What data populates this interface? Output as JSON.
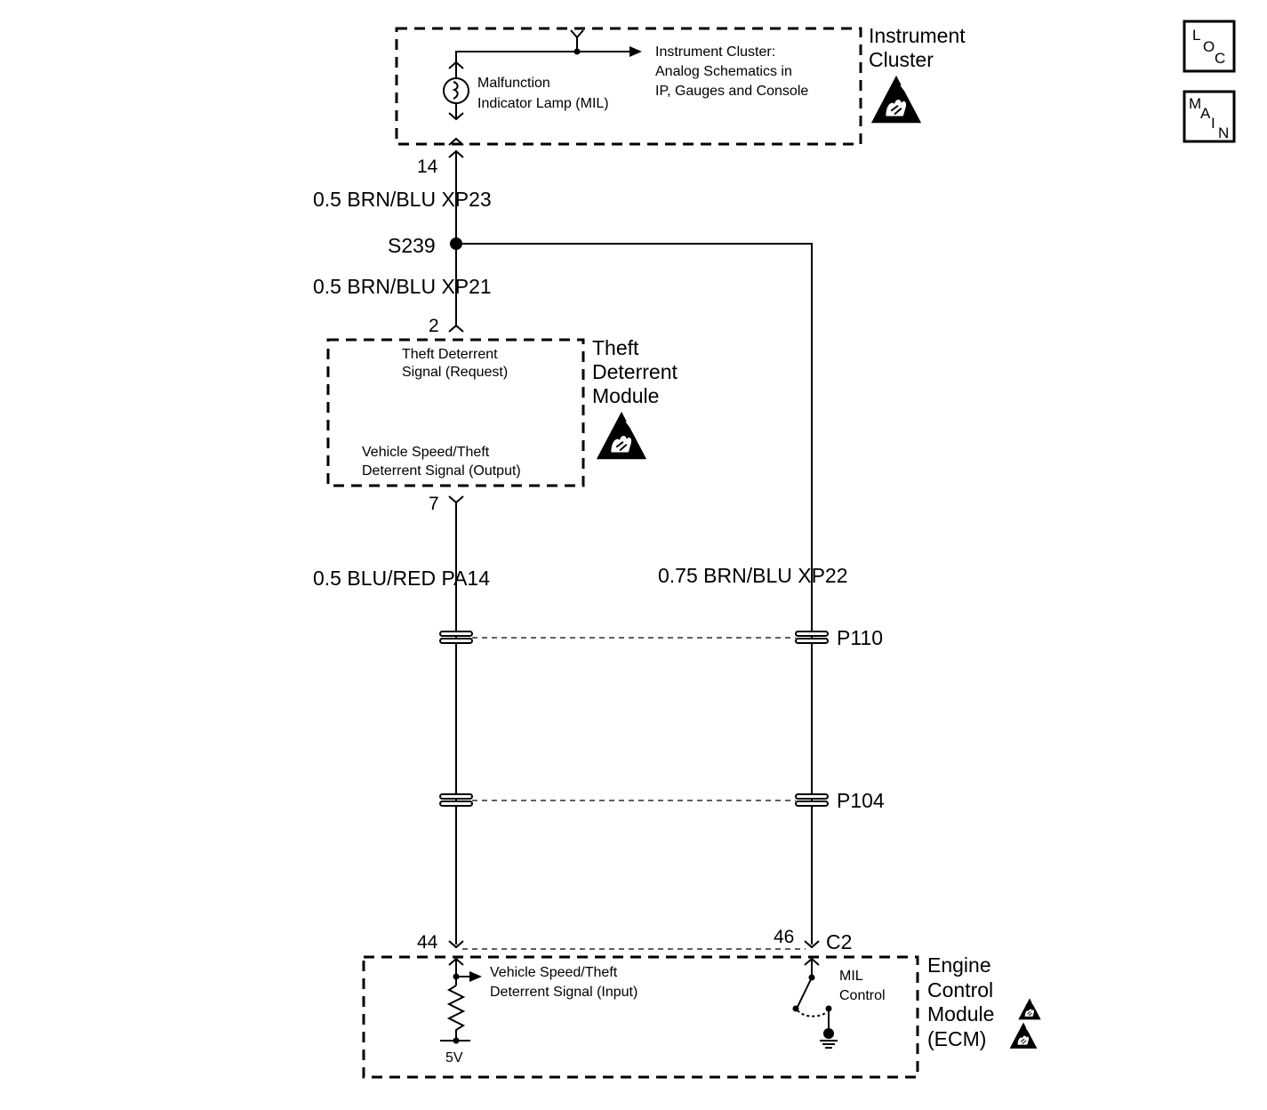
{
  "nav": {
    "loc": [
      "L",
      "O",
      "C"
    ],
    "main": [
      "M",
      "A",
      "I",
      "N"
    ]
  },
  "instrument_cluster": {
    "title_line1": "Instrument",
    "title_line2": "Cluster",
    "lamp_line1": "Malfunction",
    "lamp_line2": "Indicator  Lamp (MIL)",
    "ref_line1": "Instrument Cluster:",
    "ref_line2": "Analog Schematics in",
    "ref_line3": "IP, Gauges and Console"
  },
  "theft_module": {
    "title_line1": "Theft",
    "title_line2": "Deterrent",
    "title_line3": "Module",
    "request_line1": "Theft  Deterrent",
    "request_line2": "Signal (Request)",
    "output_line1": "Vehicle Speed/Theft",
    "output_line2": "Deterrent Signal (Output)"
  },
  "ecm": {
    "title_line1": "Engine",
    "title_line2": "Control",
    "title_line3": "Module",
    "title_line4": "(ECM)",
    "input_line1": "Vehicle Speed/Theft",
    "input_line2": "Deterrent Signal (Input)",
    "mil_line1": "MIL",
    "mil_line2": "Control",
    "voltage": "5V",
    "connector": "C2"
  },
  "pins": {
    "ic_14": "14",
    "tdm_2": "2",
    "tdm_7": "7",
    "ecm_44": "44",
    "ecm_46": "46"
  },
  "wires": {
    "xp23": "0.5 BRN/BLU  XP23",
    "xp21": "0.5 BRN/BLU  XP21",
    "pa14": "0.5 BLU/RED  PA14",
    "xp22": "0.75 BRN/BLU  XP22"
  },
  "splice": "S239",
  "connectors": {
    "p110": "P110",
    "p104": "P104"
  }
}
